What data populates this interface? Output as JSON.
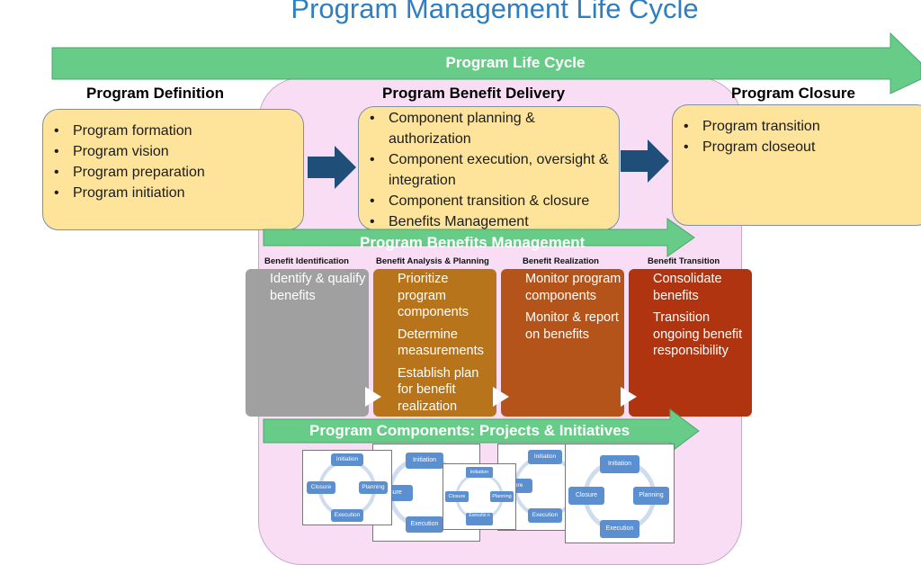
{
  "title": "Program Management Life Cycle",
  "life_cycle_arrow": "Program Life Cycle",
  "definition": {
    "header": "Program Definition",
    "items": [
      "Program formation",
      "Program vision",
      "Program preparation",
      "Program initiation"
    ]
  },
  "delivery": {
    "header": "Program Benefit Delivery",
    "items": [
      "Component planning & authorization",
      "Component execution, oversight & integration",
      "Component transition & closure",
      "Benefits  Management"
    ]
  },
  "closure": {
    "header": "Program Closure",
    "items": [
      "Program transition",
      "Program closeout"
    ]
  },
  "benefits_arrow": "Program Benefits Management",
  "components_arrow": "Program Components: Projects & Initiatives",
  "phases": [
    {
      "header": "Benefit Identification",
      "items": [
        "Identify & qualify benefits"
      ],
      "color": "#a0a0a0"
    },
    {
      "header": "Benefit Analysis & Planning",
      "items": [
        "Prioritize program components",
        "Determine measurements",
        "Establish plan for benefit realization"
      ],
      "color": "#b8741a"
    },
    {
      "header": "Benefit Realization",
      "items": [
        "Monitor program components",
        "Monitor & report on benefits"
      ],
      "color": "#b5541a"
    },
    {
      "header": "Benefit Transition",
      "items": [
        "Consolidate benefits",
        "Transition ongoing benefit responsibility"
      ],
      "color": "#b0340f"
    }
  ],
  "mini_cycle": {
    "labels": [
      "Initiation",
      "Planning",
      "Execution",
      "Closure"
    ],
    "box_color": "#5b8fd0",
    "fragments": {
      "closure_cut": "sure",
      "execution_cut": "Executio n"
    }
  },
  "colors": {
    "title": "#2f7ec1",
    "green_arrow": "#66cc88",
    "pink_region": "#f8ddf5",
    "yellow_box": "#fde49a",
    "navy_arrow": "#1f4e79"
  }
}
